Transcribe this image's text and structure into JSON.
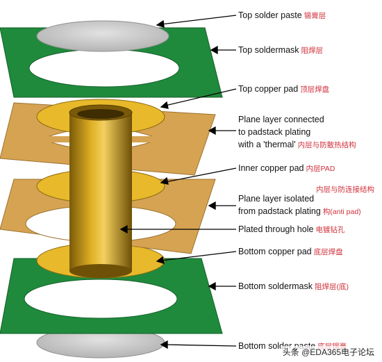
{
  "labels": {
    "top_solder_paste": {
      "en": "Top solder paste",
      "cn": "锡膏层"
    },
    "top_soldermask": {
      "en": "Top soldermask",
      "cn": "阻焊层"
    },
    "top_copper_pad": {
      "en": "Top copper pad",
      "cn": "顶层焊盘"
    },
    "plane_connected": {
      "en_line1": "Plane layer connected",
      "en_line2": "to padstack plating",
      "en_line3": "with a 'thermal'",
      "cn": "内层与防散热结构"
    },
    "inner_copper_pad": {
      "en": "Inner copper pad",
      "cn": "内层PAD"
    },
    "plane_isolated": {
      "en_line1": "Plane layer isolated",
      "en_line2": "from padstack plating",
      "cn_line1": "内层与防连接结构",
      "cn_line2": "构(anti pad)"
    },
    "plated_through_hole": {
      "en": "Plated through hole",
      "cn": "电镀钻孔"
    },
    "bottom_copper_pad": {
      "en": "Bottom copper pad",
      "cn": "底层焊盘"
    },
    "bottom_soldermask": {
      "en": "Bottom soldermask",
      "cn": "阻焊层(底)"
    },
    "bottom_solder_paste": {
      "en": "Bottom solder paste",
      "cn": "底层锡膏"
    }
  },
  "watermark": "头条 @EDA365电子论坛",
  "colors": {
    "soldermask_green": "#1f8a3c",
    "plane_tan": "#d6a352",
    "copper_gold": "#e8b92a",
    "paste_gray": "#c9c9c9",
    "arrow_black": "#000000"
  }
}
